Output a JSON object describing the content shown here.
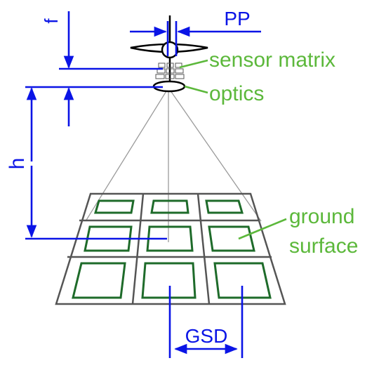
{
  "labels": {
    "f": "f",
    "pp": "PP",
    "sensor_matrix": "sensor matrix",
    "optics": "optics",
    "h": "h",
    "ground_surface_line1": "ground",
    "ground_surface_line2": "surface",
    "gsd": "GSD"
  },
  "colors": {
    "dimension": "#0a14e6",
    "callout": "#5cb83b",
    "grid": "#555555",
    "cell": "#1e6b2a",
    "ray": "#9a9a9a",
    "ink": "#000000"
  }
}
